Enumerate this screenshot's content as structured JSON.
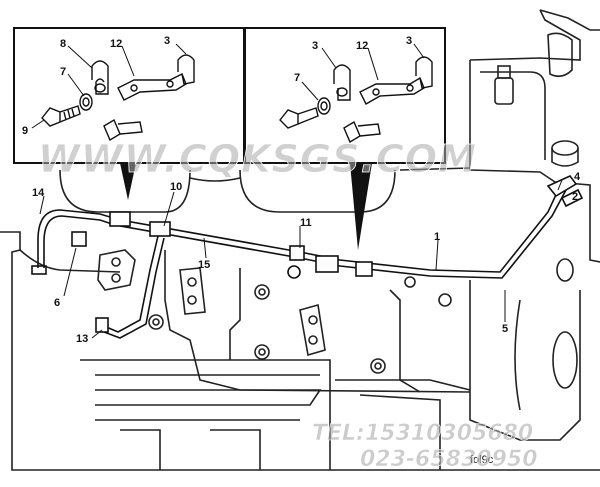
{
  "callouts": {
    "c1": "1",
    "c2": "2",
    "c3a": "3",
    "c3b": "3",
    "c3c": "3",
    "c4": "4",
    "c5": "5",
    "c6": "6",
    "c7a": "7",
    "c7b": "7",
    "c8": "8",
    "c9": "9",
    "c10": "10",
    "c11": "11",
    "c12a": "12",
    "c12b": "12",
    "c13": "13",
    "c14": "14",
    "c15": "15"
  },
  "watermark": {
    "site": "WWW.CQKSGS.COM",
    "phone": "TEL:15310305680",
    "phone2": "023-65830950"
  },
  "figure_code": "fol9c"
}
